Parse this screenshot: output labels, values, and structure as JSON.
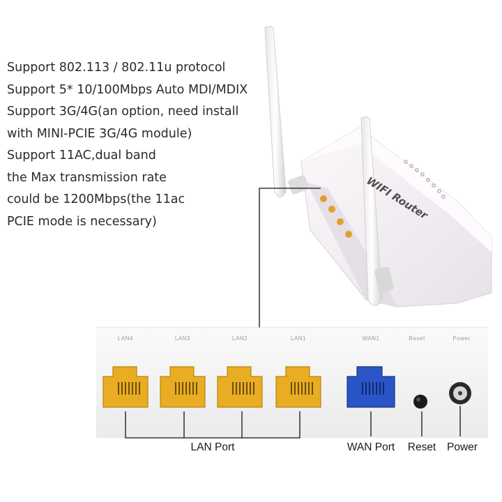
{
  "specs": [
    "Support 802.113 / 802.11u protocol",
    "Support 5* 10/100Mbps Auto MDI/MDIX",
    "Support 3G/4G(an option, need install",
    "with MINI-PCIE 3G/4G module)",
    "Support 11AC,dual band",
    "the Max transmission rate",
    "could be 1200Mbps(the 11ac",
    "PCIE mode is necessary)"
  ],
  "router": {
    "brand_print": "WIFI Router"
  },
  "panel": {
    "top_labels": [
      "LAN4",
      "LAN3",
      "LAN2",
      "LAN1",
      "WAN1",
      "Reset",
      "Power"
    ]
  },
  "callouts": {
    "lan": "LAN Port",
    "wan": "WAN Port",
    "reset": "Reset",
    "power": "Power"
  },
  "colors": {
    "lan_port": "#e8ad22",
    "wan_port": "#2a55c8",
    "router_body": "#f4eff4",
    "panel": "#f2f2f2"
  }
}
